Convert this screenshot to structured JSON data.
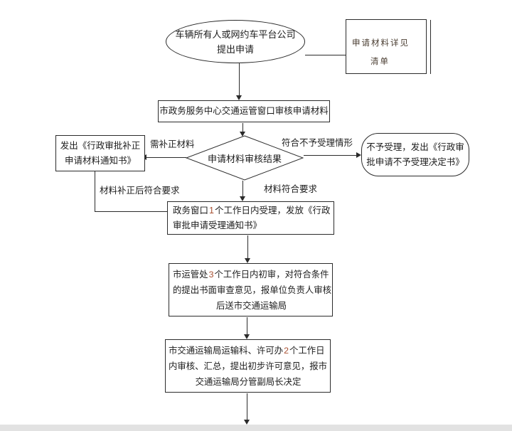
{
  "nodes": {
    "start": {
      "line1": "车辆所有人或网约车平台公司",
      "line2": "提出申请"
    },
    "note": {
      "line1": "申请材料详见",
      "line2": "清单"
    },
    "review_window": {
      "text": "市政务服务中心交通运管窗口审核申请材料"
    },
    "decision": {
      "text": "申请材料审核结果"
    },
    "fix_notice": {
      "line1": "发出《行政审批补正",
      "line2": "申请材料通知书》"
    },
    "reject": {
      "line1": "不予受理，发出《行政审",
      "line2": "批申请不予受理决定书》"
    },
    "accept": {
      "l1_pre": "政务窗口",
      "l1_num": "1",
      "l1_post": "个工作日内受理，发放《行政",
      "line2": "审批申请受理通知书》"
    },
    "initial_review": {
      "l1_pre": "市运管处",
      "l1_num": "3",
      "l1_post": "个工作日内初审，对符合条件",
      "line2": "的提出书面审查意见，报单位负责人审核",
      "line3": "后送市交通运输局"
    },
    "bureau_review": {
      "l1_pre": "市交通运输局运输科、许可办",
      "l1_num": "2",
      "l1_post": "个工作日",
      "line2": "内审核、汇总，提出初步许可意见，报市",
      "line3": "交通运输局分管副局长决定"
    }
  },
  "edge_labels": {
    "need_fix": "需补正材料",
    "not_accept_case": "符合不予受理情形",
    "fixed_ok": "材料补正后符合要求",
    "material_ok": "材料符合要求"
  },
  "colors": {
    "line": "#2b2b2b",
    "number_accent": "#a85032",
    "note_text": "#493c30",
    "bottom_band": "#e2e2e2"
  }
}
